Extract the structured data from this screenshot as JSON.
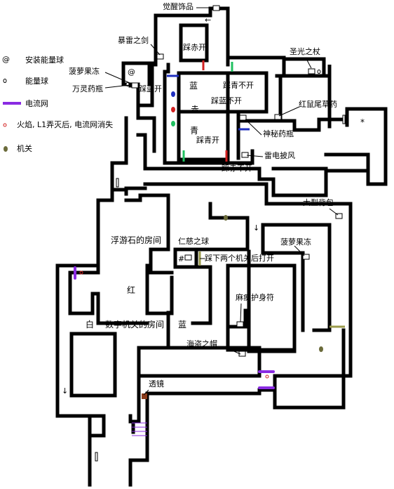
{
  "legend": {
    "install_orb": "安装能量球",
    "energy_orb": "能量球",
    "electric_net": "电流网",
    "fire_note": "火焰, L1弄灭后, 电流网消失",
    "switch": "机关"
  },
  "labels": {
    "awaken_accessory": "觉醒饰品",
    "thunder_sword": "暴雷之剑",
    "step_red_open_top": "踩赤开",
    "holy_staff": "圣光之杖",
    "pineapple_ice_top": "菠萝果冻",
    "step_blue_open": "踩蓝开",
    "myriad_potion": "万灵药瓶",
    "step_green_closed_top": "踩青不开",
    "step_blue_closed": "踩蓝不开",
    "red_squirrel_herb": "红鼠尾草药",
    "mystery_potion": "神秘药瓶",
    "step_green_open": "踩青开",
    "thunder_cape": "雷电披风",
    "step_red_closed": "踩赤不开",
    "color_blue": "蓝",
    "color_red": "赤",
    "color_cyan": "青",
    "large_backpack": "大型背包",
    "floating_stone_room": "浮游石的房间",
    "benevolence_orb": "仁慈之球",
    "two_switch_open": "踩下两个机关后打开",
    "pineapple_ice_right": "菠萝果冻",
    "paralysis_charm": "麻痹护身符",
    "hong": "红",
    "bai": "白",
    "number_switch_room": "数字机关的房间",
    "lan": "蓝",
    "pirate_hat": "海盗之帽",
    "lens": "透镜",
    "hash": "#",
    "star": "*",
    "at_sign": "@",
    "arrow_left": "←",
    "arrow_down": "↓"
  },
  "colors": {
    "wall": "#000000",
    "electric_net": "#8a2be2",
    "gate_red": "#d22020",
    "gate_blue": "#1f2fbf",
    "gate_green": "#20c060",
    "switch": "#6b6b3a",
    "fire": "#d22020",
    "lens_block": "#8a3b1a",
    "olive_bar": "#9a9a4a"
  }
}
